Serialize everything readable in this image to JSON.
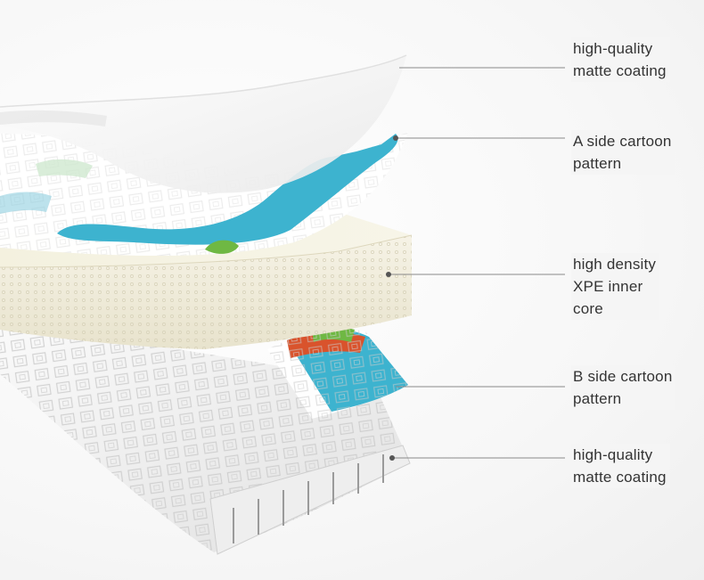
{
  "layers": [
    {
      "id": "top-coating",
      "lines": [
        "high-quality",
        "matte coating"
      ]
    },
    {
      "id": "a-side-pattern",
      "lines": [
        "A side cartoon",
        "pattern"
      ]
    },
    {
      "id": "xpe-core",
      "lines": [
        "high density",
        "XPE inner",
        "core"
      ]
    },
    {
      "id": "b-side-pattern",
      "lines": [
        "B side cartoon",
        "pattern"
      ]
    },
    {
      "id": "bottom-coating",
      "lines": [
        "high-quality",
        "matte coating"
      ]
    }
  ],
  "colors": {
    "leader_line": "#8a8a8a",
    "dot": "#555555",
    "core_foam": "#f3f0df",
    "cartoon_teal": "#3db3cf",
    "cartoon_green": "#6fb843",
    "cartoon_red": "#d9532c",
    "text": "#333333"
  }
}
